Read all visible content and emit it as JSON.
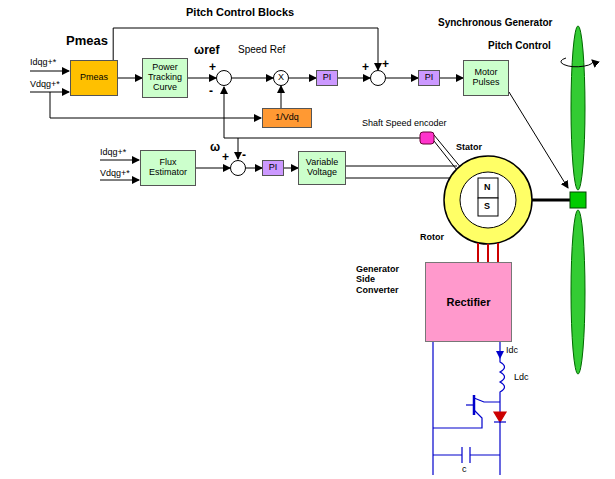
{
  "diagram": {
    "nodes": [
      {
        "text": [
          "Pmeas"
        ]
      },
      {
        "text": [
          "Power Tracking Curve"
        ]
      },
      {
        "text": [
          "+",
          "-"
        ]
      },
      {
        "text": [
          "X"
        ]
      },
      {
        "text": [
          "PI"
        ]
      },
      {
        "text": [
          "+",
          "+"
        ]
      },
      {
        "text": [
          "PI"
        ]
      },
      {
        "text": [
          "Motor Pulses"
        ]
      },
      {
        "text": [
          "1/Vdq"
        ]
      },
      {
        "text": [
          "Flux Estimator"
        ]
      },
      {
        "text": [
          "+",
          "-"
        ]
      },
      {
        "text": [
          "PI"
        ]
      },
      {
        "text": [
          "Variable Voltage"
        ]
      },
      {
        "text": [
          "Rectifier"
        ]
      }
    ],
    "edges": [
      {
        "from": 0,
        "to": 1,
        "arrow": "to"
      },
      {
        "from": 1,
        "to": 2,
        "arrow": "to"
      },
      {
        "from": 2,
        "to": 3,
        "arrow": "to"
      },
      {
        "from": 3,
        "to": 4,
        "arrow": "to"
      },
      {
        "from": 4,
        "to": 5,
        "arrow": "to"
      },
      {
        "from": 5,
        "to": 6,
        "arrow": "to"
      },
      {
        "from": 6,
        "to": 7,
        "arrow": "to"
      },
      {
        "from": 0,
        "to": 5,
        "arrow": "to"
      },
      {
        "from": 8,
        "to": 3,
        "arrow": "to"
      },
      {
        "from": 9,
        "to": 10,
        "arrow": "to"
      },
      {
        "from": 10,
        "to": 11,
        "arrow": "to"
      },
      {
        "from": 11,
        "to": 12,
        "arrow": "to"
      }
    ],
    "labels": [
      "Pitch Control Blocks",
      "Pmeas",
      "Idqg+*",
      "Vdqg+*",
      "ωref",
      "Speed Ref",
      "Synchronous Generator",
      "Pitch Control",
      "Shaft Speed encoder",
      "Stator",
      "N",
      "S",
      "Rotor",
      "ω",
      "Idqg+*",
      "Vdqg+*",
      "Generator Side Converter",
      "Idc",
      "Ldc",
      "c"
    ]
  }
}
